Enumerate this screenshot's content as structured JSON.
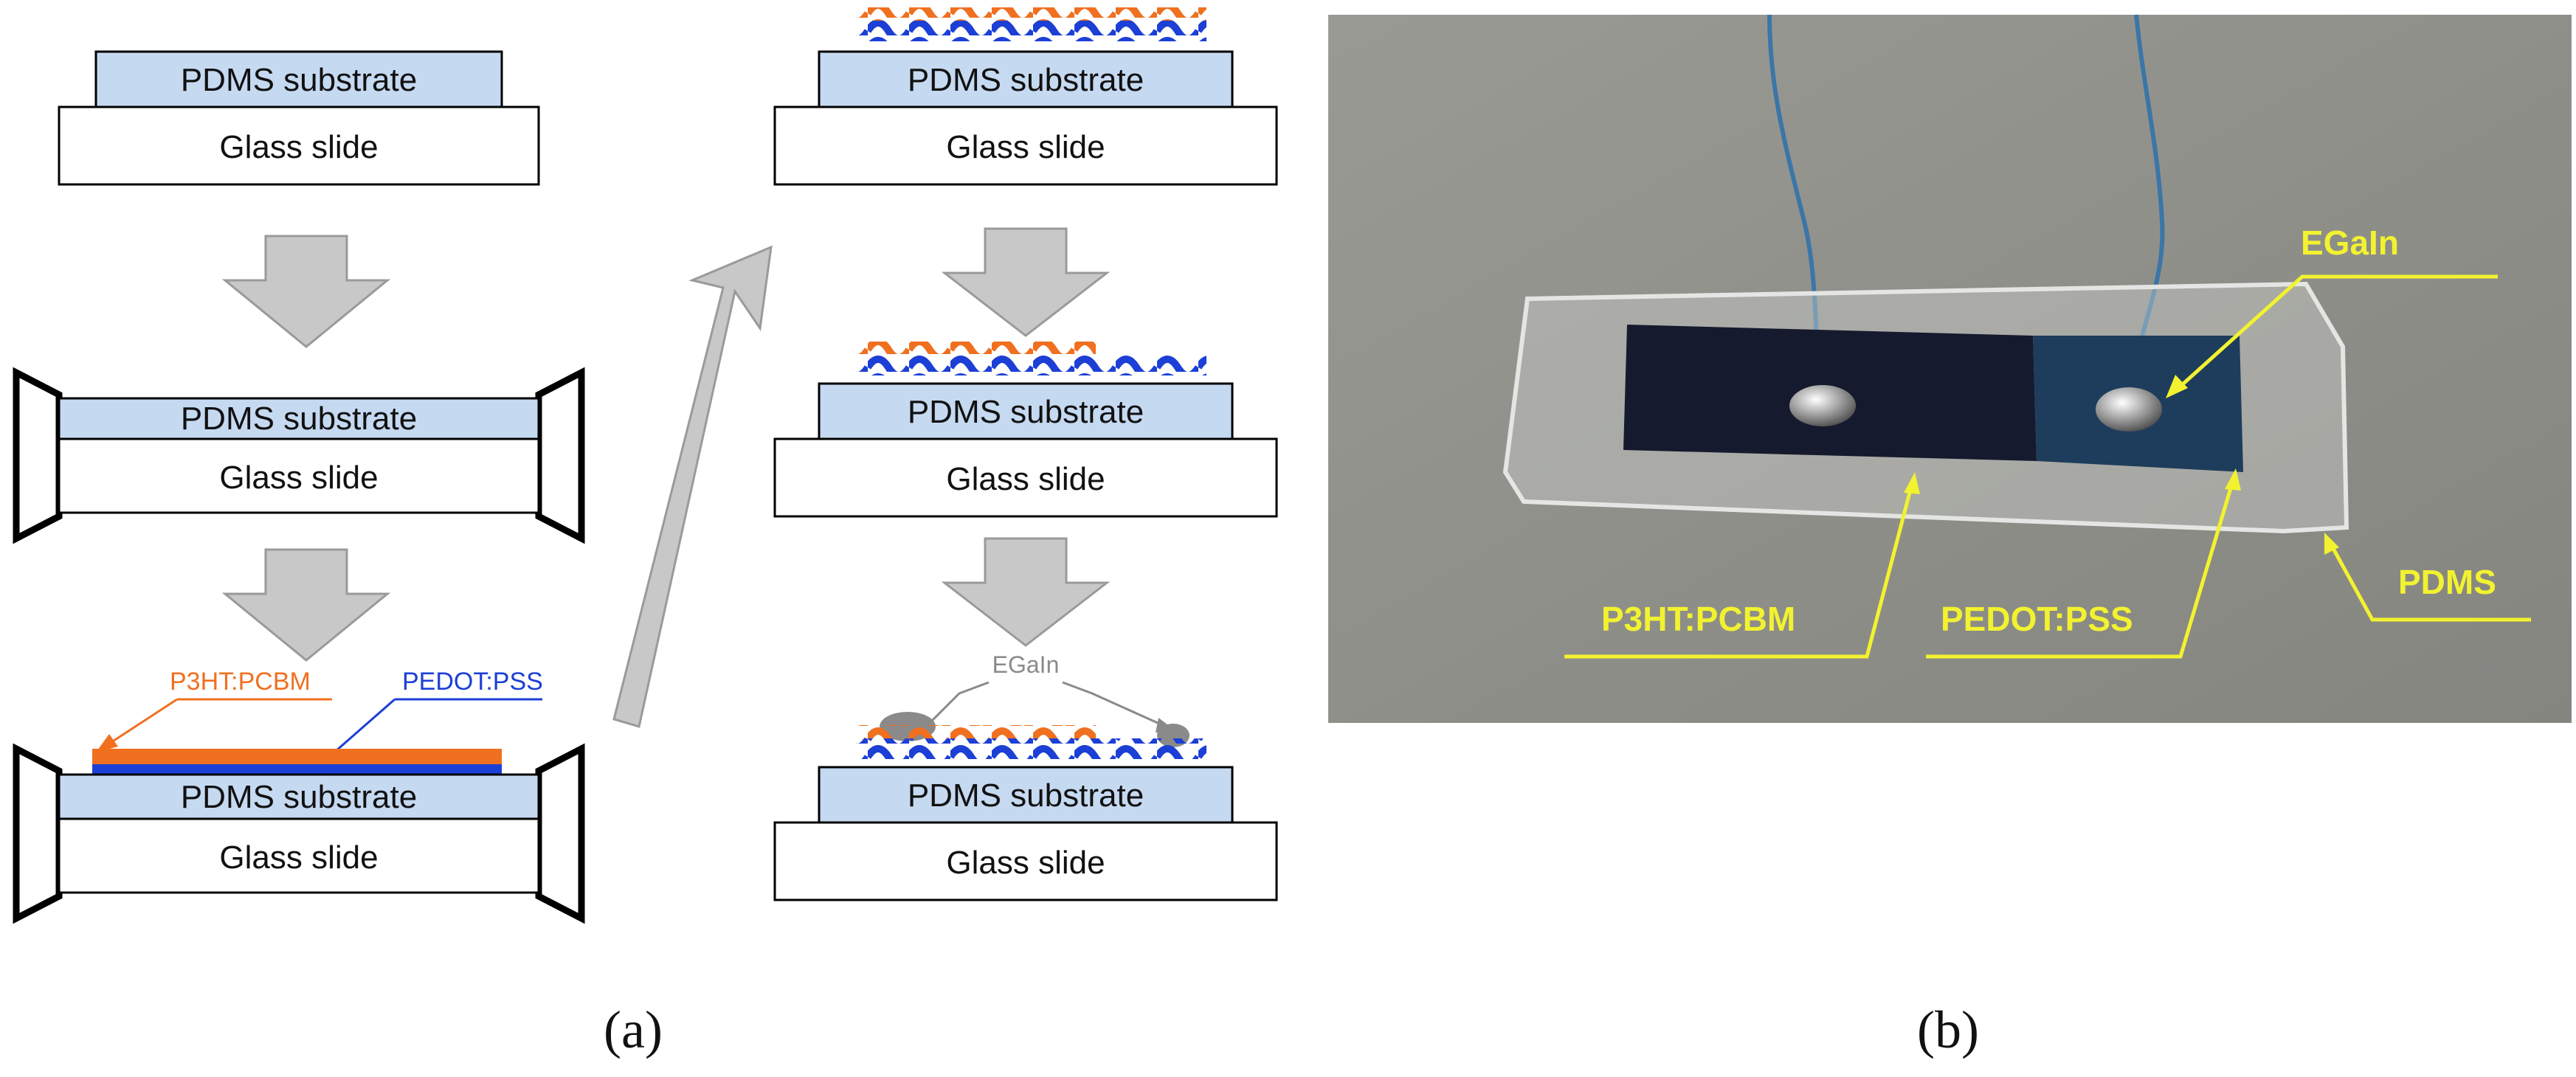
{
  "panel_a": {
    "substrate_label": "PDMS substrate",
    "slide_label": "Glass slide",
    "p3ht_label": "P3HT:PCBM",
    "pedot_label": "PEDOT:PSS",
    "egain_label": "EGaIn",
    "caption": "(a)"
  },
  "panel_b": {
    "egain_label": "EGaIn",
    "p3ht_label": "P3HT:PCBM",
    "pedot_label": "PEDOT:PSS",
    "pdms_label": "PDMS",
    "caption": "(b)"
  },
  "colors": {
    "substrate": "#c5d9f1",
    "arrow": "#c8c8c8",
    "p3ht": "#f07020",
    "pedot": "#1c3fd6",
    "egain": "#8a8a8a",
    "photo_annot": "#f2f230"
  }
}
